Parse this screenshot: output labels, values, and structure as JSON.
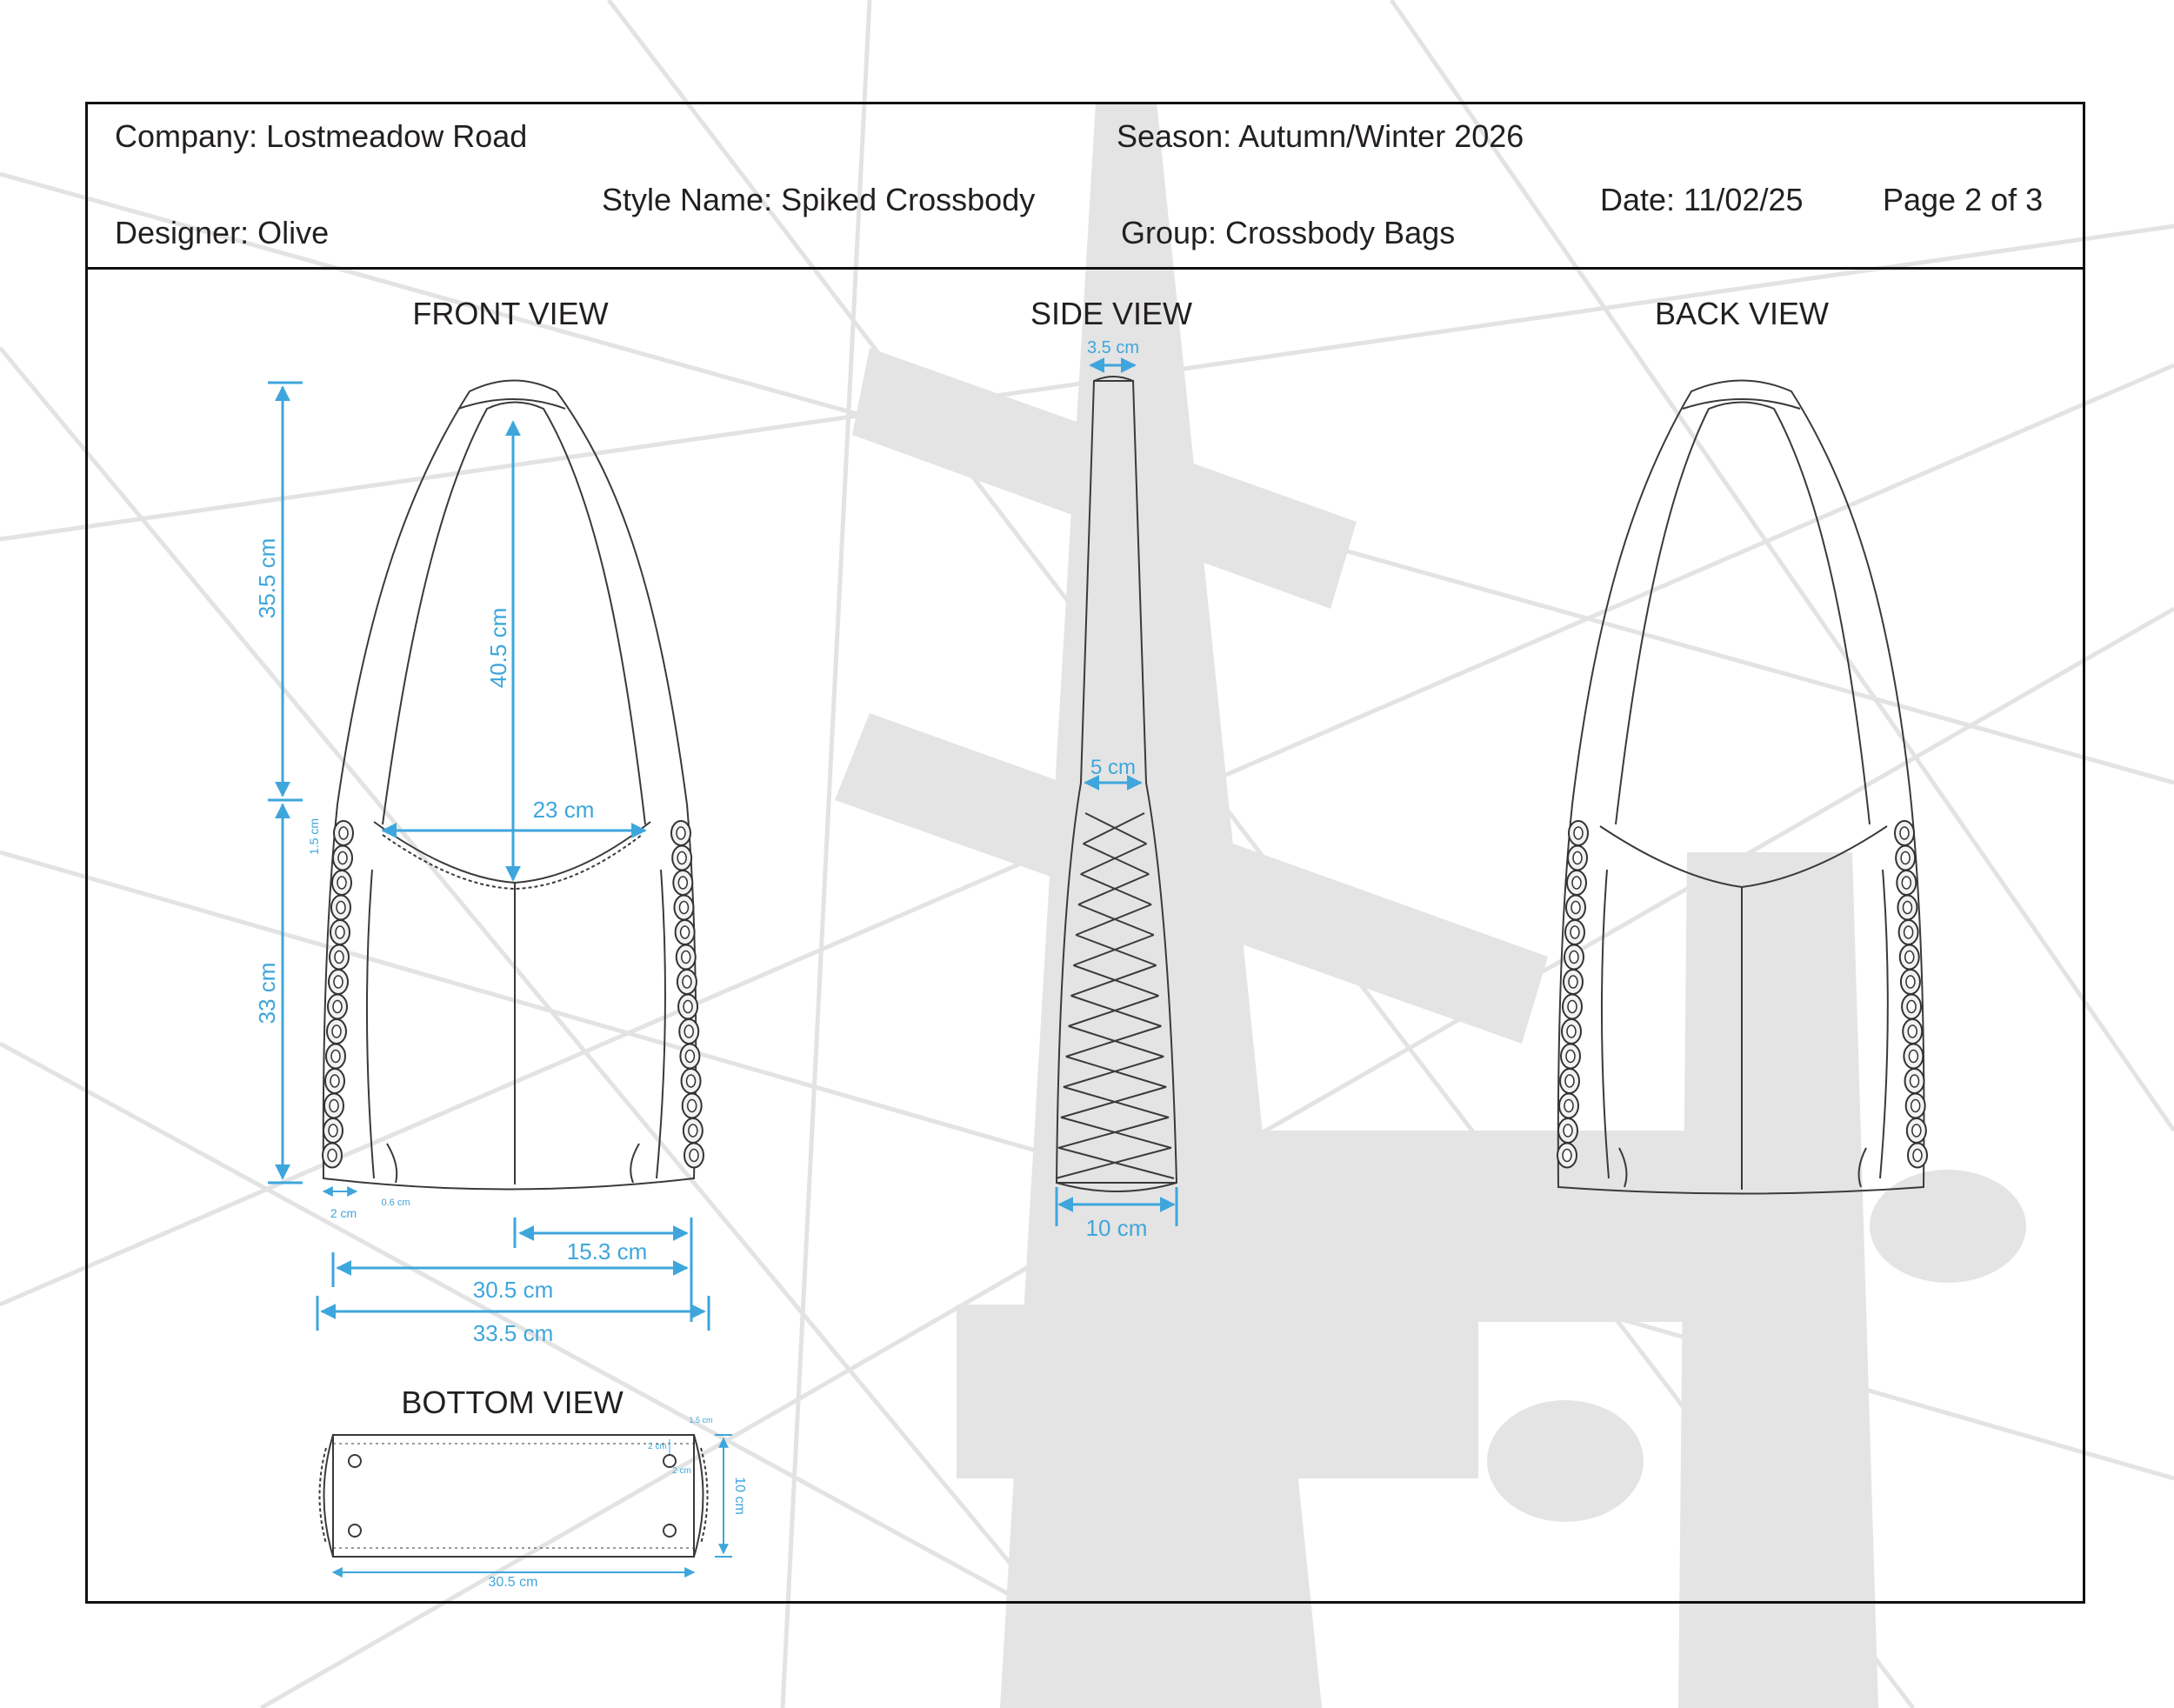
{
  "header": {
    "company": "Company: Lostmeadow Road",
    "designer": "Designer: Olive",
    "style_name": "Style Name: Spiked Crossbody",
    "season": "Season: Autumn/Winter 2026",
    "group": "Group: Crossbody Bags",
    "date": "Date: 11/02/25",
    "page": "Page 2 of 3"
  },
  "views": {
    "front": "FRONT VIEW",
    "side": "SIDE VIEW",
    "back": "BACK VIEW",
    "bottom": "BOTTOM VIEW"
  },
  "dimensions": {
    "front": {
      "strap_height": "35.5 cm",
      "strap_drop": "40.5 cm",
      "body_height": "33 cm",
      "opening_width": "23 cm",
      "eyelet_spacing": "1.5 cm",
      "gusset_width": "2 cm",
      "eyelet_size": "0.6 cm",
      "half_width": "15.3 cm",
      "body_width": "30.5 cm",
      "overall_width": "33.5 cm"
    },
    "side": {
      "strap_width": "3.5 cm",
      "neck_width": "5 cm",
      "base_depth": "10 cm"
    },
    "bottom": {
      "stud_inset_top": "1.5 cm",
      "stud_inset_side": "2 cm",
      "stud_size": "2 cm",
      "depth": "10 cm",
      "width": "30.5 cm"
    }
  },
  "colors": {
    "dimension_lines": "#3ea6dc",
    "linework": "#3a3a3a",
    "background_photo": "#d9d9d9"
  }
}
